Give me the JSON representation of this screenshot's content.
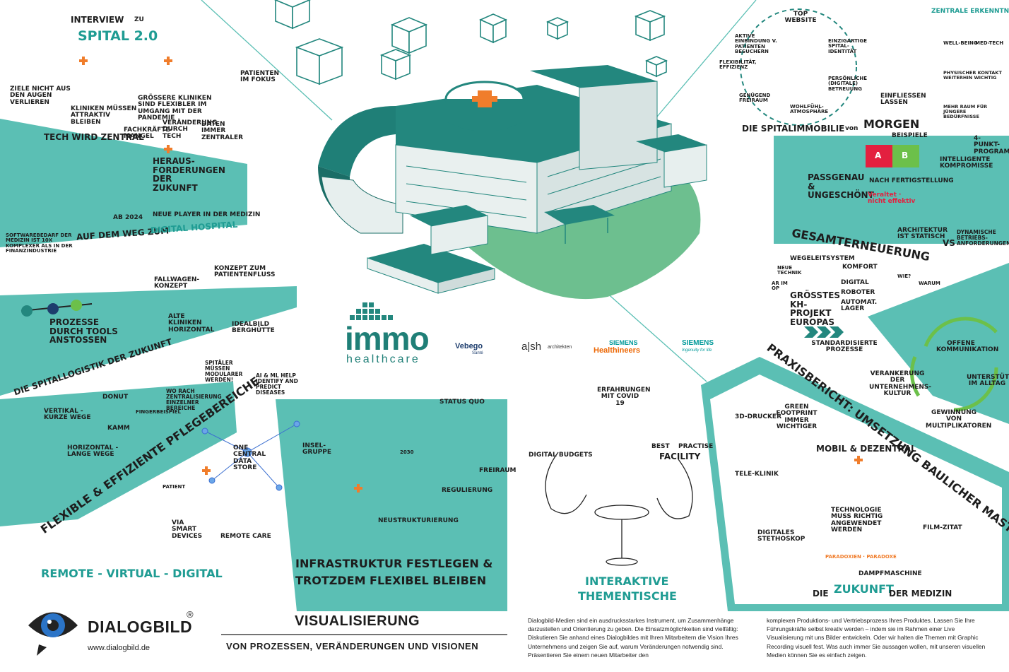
{
  "center": {
    "logo": {
      "word": "immo",
      "sub": "healthcare"
    },
    "partners": [
      {
        "main": "Vebego",
        "sub": "Santé"
      },
      {
        "main": "a|sh",
        "sub": "architekten"
      },
      {
        "main": "SIEMENS",
        "sub": "Healthineers"
      },
      {
        "main": "SIEMENS",
        "sub": "Ingenuity for life"
      }
    ]
  },
  "labels": {
    "interview": "Interview",
    "zu": "zu",
    "spital": "Spital 2.0",
    "ziele": "Ziele nicht aus den Augen verlieren",
    "kliniken_attraktiv": "Kliniken müssen attraktiv bleiben",
    "groessere_kliniken": "Größere Kliniken sind flexibler im Umgang mit der Pandemie",
    "patienten_fokus": "Patienten im Fokus",
    "tech_zentral": "Tech wird zentral",
    "fachkraefte": "Fachkräfte-Mangel",
    "veraenderung": "Veränderung durch Tech",
    "daten": "Daten immer zentraler",
    "herausforderungen": "Heraus-forderungen der Zukunft",
    "neue_player": "Neue Player in der Medizin",
    "ab2024": "ab 2024",
    "softwarebedarf": "Softwarebedarf der Medizin ist 10x komplexer als in der Finanzindustrie",
    "weg_digital": "Auf dem Weg zum",
    "digital_hospital": "Digital Hospital",
    "fallwagen": "Fallwagen-Konzept",
    "patientenfluss": "Konzept zum Patientenfluss",
    "prozesse_tools": "Prozesse durch Tools anstoßen",
    "spitallogistik": "Die Spitallogistik der Zukunft",
    "alte_kliniken": "Alte Kliniken horizontal",
    "idealbild": "Idealbild Berghütte",
    "vertikal": "Vertikal - kurze Wege",
    "horizontal": "Horizontal - lange Wege",
    "donut": "Donut",
    "kamm": "Kamm",
    "fingerbeispiel": "Fingerbeispiel",
    "zentralisierung": "Wo rach Zentralisierung einzelner Bereiche",
    "spitaeler_modular": "Spitäler müssen modularer werden!",
    "flexible_pflege": "Flexible & effiziente Pflegebereiche",
    "ai_ml": "AI & ML help identify and predict diseases",
    "one_central": "One central data store",
    "via_smart": "via smart devices",
    "patient": "Patient",
    "remote_care": "Remote Care",
    "remote_virtual": "Remote - Virtual - Digital",
    "status_quo": "Status Quo",
    "insel_gruppe": "Insel-Gruppe",
    "neustrukturierung": "Neustrukturierung",
    "regulierung": "Regulierung",
    "freiraum": "Freiraum",
    "year2030": "2030",
    "infrastruktur_1": "Infrastruktur festlegen &",
    "infrastruktur_2": "trotzdem flexibel bleiben",
    "digital_budgets": "Digital Budgets",
    "erfahrungen": "Erfahrungen mit Covid 19",
    "best": "Best",
    "practise": "Practise",
    "facility": "Facility",
    "interaktive_1": "Interaktive",
    "interaktive_2": "Thementische",
    "top_website": "Top Website",
    "aktive_einbindung": "Aktive Einbindung v. Patienten besuchern",
    "einzigartige": "Einzigartige Spital-Identität",
    "flexibilitaet": "Flexibilität, Effizienz",
    "persoenliche": "Persönliche (digitale) Betreuung",
    "genuegend": "Genügend Freiraum",
    "wohlfuehl": "Wohlfühl-Atmosphäre",
    "spitalimmobilie": "Die Spitalimmobilie",
    "von": "von",
    "morgen": "Morgen",
    "zentrale_erkenntnisse": "Zentrale Erkenntnisse",
    "wellbeing": "Well-Being",
    "medtech": "Med-Tech",
    "physischer_kontakt": "Physischer Kontakt weiterhin wichtig",
    "mehr_raum": "Mehr Raum für jüngere Bedürfnisse",
    "einfliessen": "Einfließen lassen",
    "beispiele": "Beispiele",
    "a": "A",
    "b": "B",
    "vier_punkt": "4-Punkt-Programm",
    "passgenau": "Passgenau & ungeschönt",
    "nach_fertigstellung": "Nach Fertigstellung",
    "veraltet": "Veraltet · nicht effektiv",
    "intelligente_kompromisse": "Intelligente Kompromisse",
    "architektur": "Architektur ist statisch",
    "vs": "VS",
    "dynamische": "Dynamische Betriebs-anforderungen",
    "gesamterneuerung": "Gesamterneuerung",
    "wegeleitsystem": "Wegeleitsystem",
    "neue_technik": "Neue Technik",
    "komfort": "Komfort",
    "digital": "Digital",
    "roboter": "Roboter",
    "automat_lager": "Automat. Lager",
    "ar_op": "AR im OP",
    "groesstes": "Größtes KH-Projekt Europas",
    "wie": "Wie?",
    "warum": "Warum",
    "standardisierte": "Standardisierte Prozesse",
    "offene_kommunikation": "Offene Kommunikation",
    "verankerung": "Verankerung der Unternehmens-Kultur",
    "unterstuetzung": "Unterstützung im Alltag",
    "gewinnung": "Gewinnung von Multiplikatoren",
    "praxisbericht": "Praxisbericht: Umsetzung baulicher Masterplan",
    "drucker": "3D-Drucker",
    "green_footprint": "Green Footprint immer wichtiger",
    "tele_klinik": "Tele-Klinik",
    "mobil": "Mobil & dezentral",
    "technologie": "Technologie muss richtig angewendet werden",
    "digitales_stethoskop": "Digitales Stethoskop",
    "film_zitat": "Film-Zitat",
    "dampfmaschine": "Dampfmaschine",
    "paradoxien": "Paradoxien · Paradoxe",
    "zukunft_medizin_1": "Die",
    "zukunft_medizin_2": "Zukunft",
    "zukunft_medizin_3": "der Medizin"
  },
  "brand": {
    "name": "DIALOGBILD",
    "registered": "®",
    "url": "www.dialogbild.de"
  },
  "footer": {
    "title": "VISUALISIERUNG",
    "subtitle": "VON PROZESSEN, VERÄNDERUNGEN UND VISIONEN",
    "text_left": "Dialogbild-Medien sind ein ausdrucksstarkes Instrument, um Zusammenhänge darzustellen und Orientierung zu geben. Die Einsatzmöglichkeiten sind vielfältig: Diskutieren Sie anhand eines Dialogbildes mit Ihren Mitarbeitern die Vision Ihres Unternehmens und zeigen Sie auf, warum Veränderungen notwendig sind. Präsentieren Sie einem neuen Mitarbeiter den",
    "text_right": "komplexen Produktions- und Vertriebsprozess Ihres Produktes. Lassen Sie Ihre Führungskräfte selbst kreativ werden – indem sie im Rahmen einer Live Visualisierung mit uns Bilder entwickeln. Oder wir halten die Themen mit Graphic Recording visuell fest. Was auch immer Sie aussagen wollen, mit unseren visuellen Medien können Sie es einfach zeigen."
  },
  "colors": {
    "teal": "#5bbfb4",
    "teal_dark": "#1e8e85",
    "building": "#23877e",
    "cross": "#f07d2b",
    "red": "#e3203f",
    "green": "#6cc04a"
  }
}
